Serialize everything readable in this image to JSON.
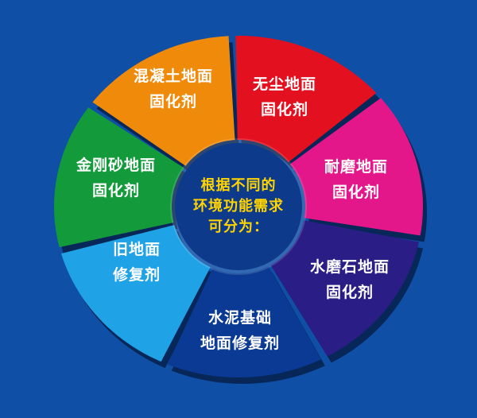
{
  "center": {
    "line1": "根据不同的",
    "line2": "环境功能需求",
    "line3": "可分为："
  },
  "segments": [
    {
      "line1": "无尘地面",
      "line2": "固化剂",
      "color": "#e3101f"
    },
    {
      "line1": "耐磨地面",
      "line2": "固化剂",
      "color": "#e4178a"
    },
    {
      "line1": "水磨石地面",
      "line2": "固化剂",
      "color": "#2a1d86"
    },
    {
      "line1": "水泥基础",
      "line2": "地面修复剂",
      "color": "#0a3a93"
    },
    {
      "line1": "旧地面",
      "line2": "修复剂",
      "color": "#1fa2e6"
    },
    {
      "line1": "金刚砂地面",
      "line2": "固化剂",
      "color": "#139a3b"
    },
    {
      "line1": "混凝土地面",
      "line2": "固化剂",
      "color": "#f08a0b"
    }
  ],
  "colors": {
    "background": "#0f4fa6",
    "hub": "#0d3a8a",
    "center_text": "#ffd400"
  }
}
